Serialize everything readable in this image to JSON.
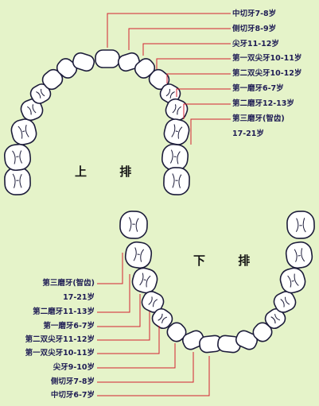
{
  "upper_jaw": {
    "title": "上 排",
    "labels": [
      "中切牙7-8岁",
      "侧切牙8-9岁",
      "尖牙11-12岁",
      "第一双尖牙10-11岁",
      "第二双尖牙10-12岁",
      "第一磨牙6-7岁",
      "第二磨牙12-13岁",
      "第三磨牙(智齿)",
      "17-21岁"
    ]
  },
  "lower_jaw": {
    "title": "下 排",
    "labels": [
      "第三磨牙(智齿)",
      "17-21岁",
      "第二磨牙11-13岁",
      "第一磨牙6-7岁",
      "第二双尖牙11-12岁",
      "第一双尖牙10-11岁",
      "尖牙9-10岁",
      "侧切牙7-8岁",
      "中切牙6-7岁"
    ]
  },
  "colors": {
    "background": "#E5F3C9",
    "tooth_fill": "#FFFFFF",
    "tooth_outline": "#1C1C3A",
    "leader_line": "#D32030",
    "label_text": "#1F1D55"
  }
}
